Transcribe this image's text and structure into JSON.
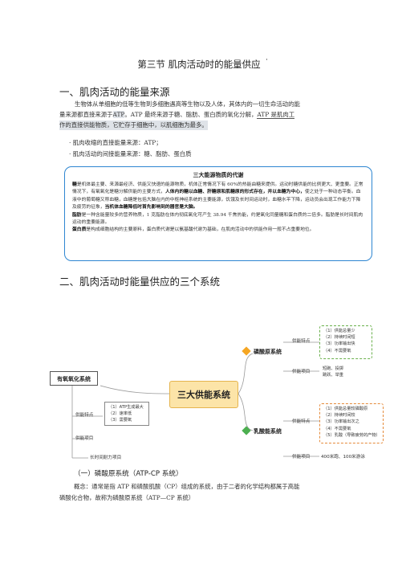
{
  "title": "第三节  肌肉活动时的能量供应",
  "section1": {
    "heading": "一、肌肉活动的能量来源",
    "para_line1": "生物体从单细胞的低等生物到多细胞遇高等生物以及人体，其体内的一切生命活动的能",
    "para_line2a": "量来源都直接来源于",
    "para_atp1": "ATP",
    "para_line2b": "。ATP 最终来源于糖、脂肪、蛋白质的氧化分解，",
    "para_atp2": "ATP 是肌肉工",
    "para_line3": "作的直接供能物质，它贮存于细胞中，以肌细胞为最多。",
    "bullet1": "肌肉收缩的直接能量来源：ATP；",
    "bullet2": "肌肉活动的间接能量来源：糖、脂肪、蛋白质"
  },
  "info_box": {
    "title": "三大能源物质的代谢",
    "sugar_term": "糖",
    "sugar_text": "是机体最主要、来源最经济、供能又快速的能源物质，机体正常情况下有 60%的热能由糖来提供。运动时糖供能的比例更大、更重要。正常情况下，有氧氧化是糖分解供能的主要方式，",
    "sugar_bold": "人体内的糖以血糖、肝糖原和肌糖原的形式存在，并以血糖为中心，",
    "sugar_text2": "使之处于一种动态平衡。血液中的葡萄糖又称血糖，血糖是包括大脑在内的中枢神经系统的主要能源，饥饿及长时间运动时，血糖水平下降，运动员会出现工作能力下降及疲劳的征象，",
    "sugar_bold2": "当机体血糖降低时首先影响到的器官是大脑。",
    "fat_term": "脂肪",
    "fat_text": "是一种含能量较多的营养物质，1 克脂肪在体内彻底氧化可产生 38.94 千焦热能，约是氧化同量糖和蛋白质的二倍多。脂肪是长时间肌肉运动的重要能源。",
    "protein_term": "蛋白质",
    "protein_text": "是构成细胞结构的主要原料，蛋白质代谢是以氨基酸代谢为基础，在肌肉活动中的供能作用一般不占重要地位。"
  },
  "section2": {
    "heading": "二、肌肉活动时能量供应的三个系统"
  },
  "mindmap": {
    "center": "三大供能系统",
    "phospho": {
      "label": "磷酸原系统",
      "sub1": "供能特点",
      "sub2": "供能项目",
      "features": [
        "（1）供能总量少",
        "（2）持续时间短",
        "（3）功率输出快",
        "（4）不需要氧"
      ],
      "projects": [
        "短跑、投掷",
        "跳跃、举重"
      ]
    },
    "lactic": {
      "label": "乳酸能系统",
      "sub1": "供能特点",
      "sub2": "供能项目",
      "features": [
        "（1）供能总量较磷酸原",
        "（2）持续时间较",
        "（3）功率输出次之",
        "（4）不需要氧",
        "（5）乳酸（导致疲劳的产物）"
      ],
      "projects": "400米跑、100米游泳"
    },
    "aerobic": {
      "label": "有氧氧化系统",
      "sub1": "供能特点",
      "sub2": "供能项目",
      "features": [
        "（1）ATP生成最大",
        "（2）速率低",
        "（3）需要氧"
      ],
      "projects": "长时间耐力项目"
    },
    "colors": {
      "phospho_icon": "#f5a623",
      "lactic_icon": "#4caf50",
      "center_fill": "#fce4a8"
    }
  },
  "section3": {
    "heading": "（一）磷酸原系统（ATP-CP 系统）",
    "para_line1": "概念：通常是指 ATP 和磷酸肌酸（CP）组成的系统，由于二者的化学结构都属于高能",
    "para_line2": "磷酸化合物，故称为磷酸原系统（ATP—CP 系统）"
  }
}
